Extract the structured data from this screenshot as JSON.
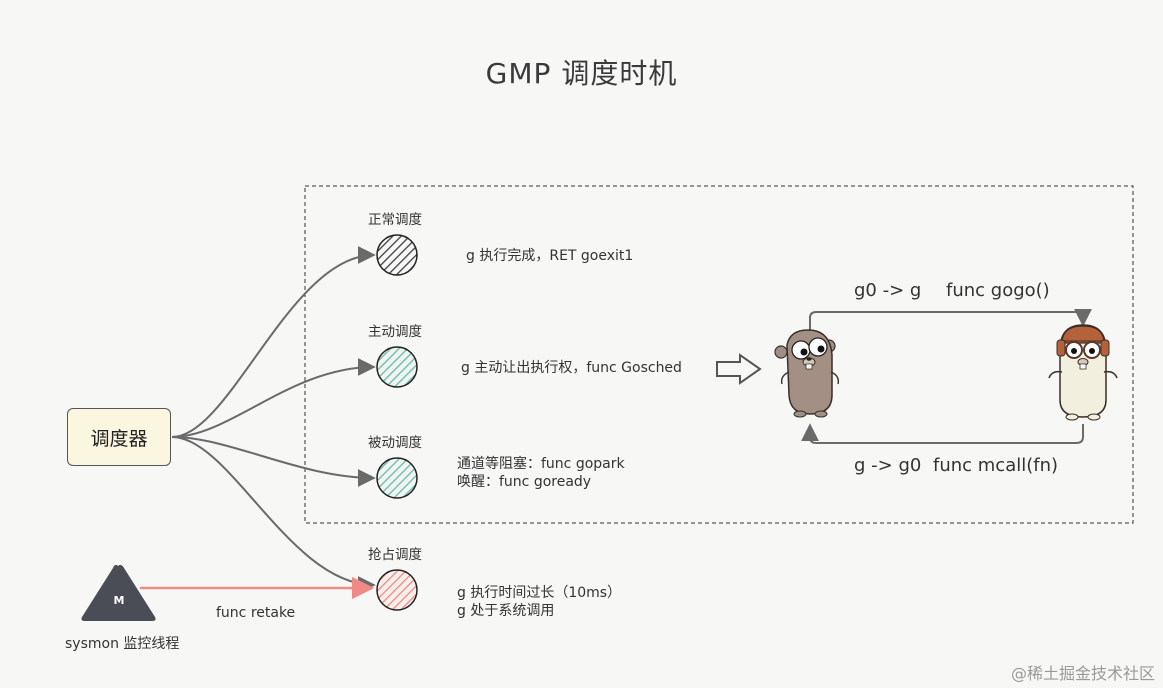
{
  "title": "GMP 调度时机",
  "scheduler": {
    "label": "调度器"
  },
  "types": [
    {
      "label": "正常调度",
      "desc": [
        "g 执行完成，RET goexit1"
      ],
      "fill": "#3d3d3d"
    },
    {
      "label": "主动调度",
      "desc": [
        "g 主动让出执行权，func Gosched"
      ],
      "fill": "#6fb8a3"
    },
    {
      "label": "被动调度",
      "desc": [
        "通道等阻塞：func gopark",
        "唤醒：func goready"
      ],
      "fill": "#6fb8a3"
    },
    {
      "label": "抢占调度",
      "desc": [
        "g 执行时间过长（10ms）",
        "g 处于系统调用"
      ],
      "fill": "#e98b82"
    }
  ],
  "sysmon": {
    "badge": "M",
    "label": "sysmon 监控线程",
    "edge_label": "func retake"
  },
  "switching": {
    "top": {
      "from_to": "g0 -> g",
      "func": "func gogo()"
    },
    "bottom": {
      "from_to": "g -> g0",
      "func": "func mcall(fn)"
    }
  },
  "colors": {
    "accent_red": "#f08a86",
    "line": "#6a6a6a",
    "box_fill": "#fbf6df"
  },
  "watermark": "@稀土掘金技术社区"
}
